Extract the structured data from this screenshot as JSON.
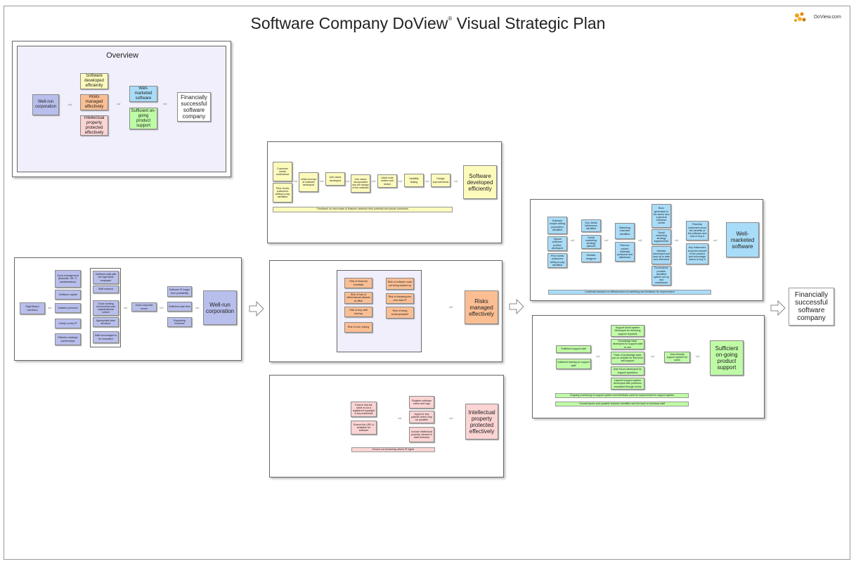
{
  "header": {
    "title_main": "Software Company DoView",
    "title_reg": "®",
    "title_rest": "Visual Strategic Plan",
    "logo_text": "DoView.com"
  },
  "colors": {
    "wellrun": "#b9bfec",
    "software": "#fdfbbc",
    "risks": "#fbbe93",
    "ip": "#fbd4d4",
    "marketed": "#a9dcf8",
    "support": "#bffba6"
  },
  "overview": {
    "title": "Overview",
    "wellrun": "Well-run corporation",
    "software": "Software developed efficiently",
    "risks": "Risks managed effectively",
    "ip": "Intellectual property protected effectively",
    "marketed": "Well-marketed software",
    "support": "Sufficient on-going product support",
    "final": "Financially successful software company"
  },
  "wellrun_panel": {
    "left": "Right Board members",
    "col1": [
      "Good management (financial, HR, IT, administration)",
      "Sufficient capital",
      "Suitable premises",
      "Clarify on key IP",
      "Effective strategic partnerships"
    ],
    "col2": [
      "Sufficient staff with the right skills employed",
      "Staff retained",
      "Good working environment and organizational culture",
      "Appropriate team structure",
      "Staff encouraged to be innovative"
    ],
    "brand": "Good corporate brand",
    "col3": [
      "Software IP longer term profitability",
      "Sufficient cash flow",
      "Expanding business"
    ],
    "goal": "Well-run corporation"
  },
  "software_panel": {
    "stack": [
      "Customer needs understood",
      "Price levels customers willing to pay identified"
    ],
    "steps": [
      "Initial concept of software developed",
      "Use cases developed",
      "Use cases incorporated into the design of the software",
      "Initial code written and tested",
      "Usability testing",
      "Design improvements"
    ],
    "goal": "Software developed efficiently",
    "bar": "Feedback on new draws of features obtained from potential and actual customers"
  },
  "risks_panel": {
    "left": [
      "Risk of financial shortfalls",
      "Risk of loss of office/natural disaster at office",
      "Risk of key staff leaving",
      "Risk of over pricing"
    ],
    "right": [
      "Risk of software code not being backed up",
      "Risk of breaking into core data IP",
      "Risk of being contemptulated"
    ],
    "goal": "Risks managed effectively"
  },
  "ip_panel": {
    "left": [
      "Ensure that the name is not a registered copyright & key trademark",
      "Ensure the URL is available for software"
    ],
    "right": [
      "Register software name and logo",
      "Apply for any patents which may be possible",
      "Include intellectual property clauses in staff contracts"
    ],
    "goal": "Intellectual property protected effectively",
    "bar": "Ensure not breaching others IP rights"
  },
  "marketed_panel": {
    "col1": [
      "Software unique selling proposition identified",
      "Typical customer profiles developed",
      "Price levels customers willing to pay identified"
    ],
    "col2": [
      "Key media influencers identified",
      "Social marketing strategy planned",
      "Website designed"
    ],
    "col3": [
      "Marketing channels identified",
      "Risk are printed materials produced and distributed"
    ],
    "col4": [
      "Buzz generated in the sector and a general business media",
      "Social marketing strategy implemented",
      "Website developed and kept up to date and refreshed",
      "Ecommerce provider identified system set up and maintained"
    ],
    "col5": [
      "Potential customers know the benefits of the software and how to buy it",
      "Key influencers know the benefit of the product and encourage others to buy it"
    ],
    "goal": "Well-marketed software",
    "bar": "Continual research on effectiveness of marketing and feedback for improvement"
  },
  "support_panel": {
    "left": [
      "Sufficient support staff",
      "Sufficient training for support staff"
    ],
    "mid": [
      "Support ticket system developed for itemizing support requests",
      "Knowledge base developed for support staff to use",
      "Parts of knowledge base put on website for first level self-support",
      "User forum developed for support questions",
      "Layered support system developed with problems escalated through levels"
    ],
    "right": "User-friendly support system for users",
    "goal": "Sufficient on-going product support",
    "bars": [
      "Ongoing monitoring of support system and feedback used for improvement to support system",
      "Overall issues and possible features identified and fed back to technical staff"
    ]
  },
  "final": "Financially successful software company"
}
